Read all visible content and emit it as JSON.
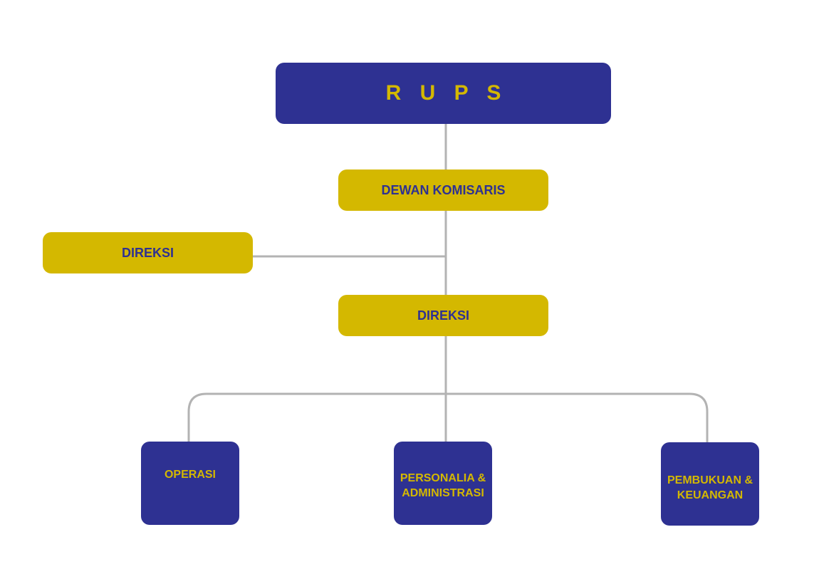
{
  "colors": {
    "navy": "#2e3192",
    "gold": "#d4b800",
    "connector": "#b3b3b3"
  },
  "org_chart": {
    "top": "R U P S",
    "board_of_commissioners": "DEWAN KOMISARIS",
    "side_unit": "DIREKSI",
    "directors": "DIREKSI",
    "departments": {
      "operations": "OPERASI",
      "personnel_line1": "PERSONALIA &",
      "personnel_line2": "ADMINISTRASI",
      "finance_line1": "PEMBUKUAN &",
      "finance_line2": "KEUANGAN"
    }
  }
}
